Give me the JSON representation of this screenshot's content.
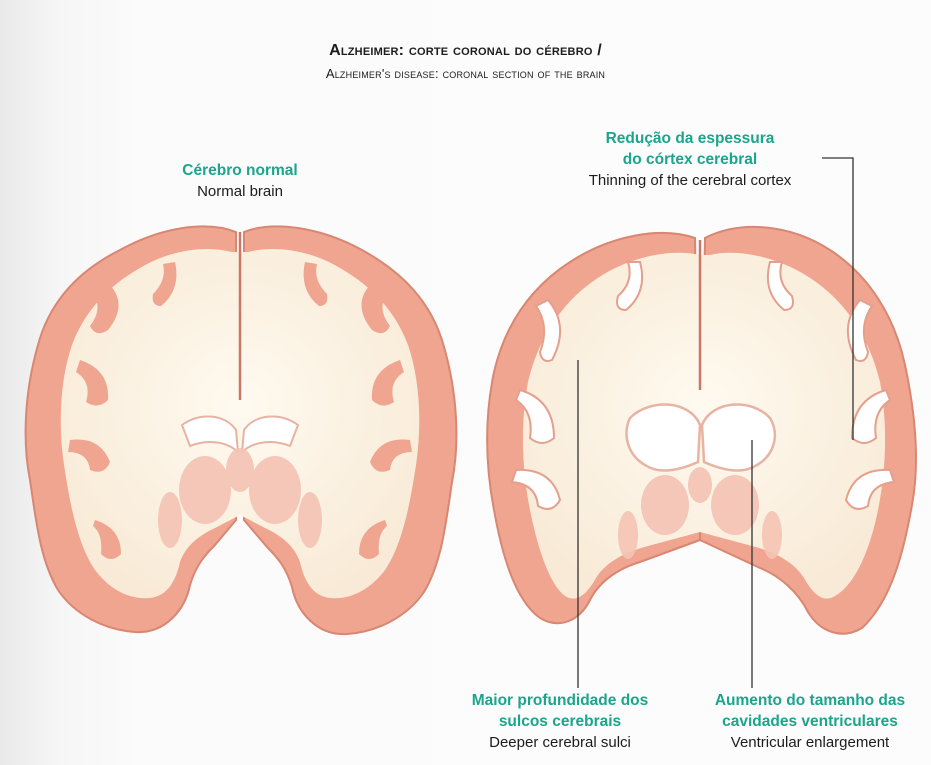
{
  "title": {
    "pt": "Alzheimer: corte coronal do cérebro /",
    "en": "Alzheimer's disease: coronal section of the brain"
  },
  "labels": {
    "normal": {
      "pt": "Cérebro normal",
      "en": "Normal brain"
    },
    "cortex": {
      "pt_line1": "Redução da espessura",
      "pt_line2": "do córtex cerebral",
      "en": "Thinning of the cerebral cortex"
    },
    "sulci": {
      "pt_line1": "Maior profundidade dos",
      "pt_line2": "sulcos cerebrais",
      "en": "Deeper cerebral sulci"
    },
    "ventricles": {
      "pt_line1": "Aumento do tamanho das",
      "pt_line2": "cavidades ventriculares",
      "en": "Ventricular enlargement"
    }
  },
  "colors": {
    "label_green": "#1aa58c",
    "cortex": "#efa58f",
    "white_matter": "#fbeedd",
    "deep_nuclei": "#f4c3b4",
    "ventricle": "#ffffff",
    "leader_line": "#333333"
  }
}
